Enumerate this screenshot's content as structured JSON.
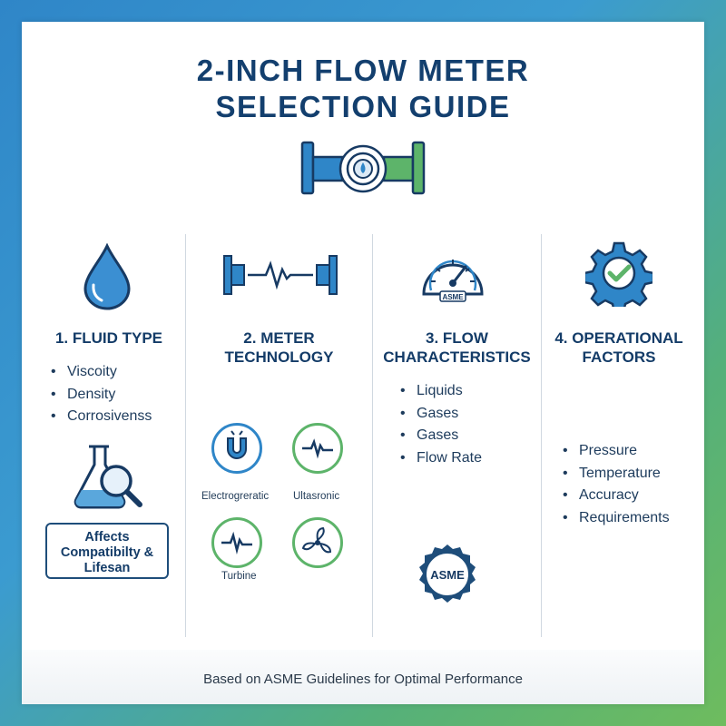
{
  "title": {
    "line1": "2-INCH FLOW METER",
    "line2": "SELECTION GUIDE"
  },
  "columns": [
    {
      "heading": "1. FLUID TYPE",
      "bullets": [
        "Viscoity",
        "Density",
        "Corrosivenss"
      ],
      "callout": {
        "line1": "Affects",
        "line2": "Compatibilty &",
        "line3": "Lifesan"
      }
    },
    {
      "heading_line1": "2. METER",
      "heading_line2": "TECHNOLOGY",
      "technologies": [
        {
          "label": "Electrogreratic",
          "icon": "magnet-icon"
        },
        {
          "label": "Ultasronic",
          "icon": "waveform-icon"
        },
        {
          "label": "Turbine",
          "icon": "pulse-icon"
        },
        {
          "label": "",
          "icon": "fan-icon"
        }
      ]
    },
    {
      "heading_line1": "3. FLOW",
      "heading_line2": "CHARACTERISTICS",
      "gauge_label": "ASME",
      "bullets": [
        "Liquids",
        "Gases",
        "Gases",
        "Flow Rate"
      ],
      "badge": "ASME"
    },
    {
      "heading_line1": "4. OPERATIONAL",
      "heading_line2": "FACTORS",
      "bullets": [
        "Pressure",
        "Temperature",
        "Accuracy",
        "Requirements"
      ]
    }
  ],
  "footer": "Based on ASME Guidelines for Optimal Performance",
  "colors": {
    "navy": "#143c68",
    "blue": "#2f86c8",
    "green": "#5db46a"
  }
}
